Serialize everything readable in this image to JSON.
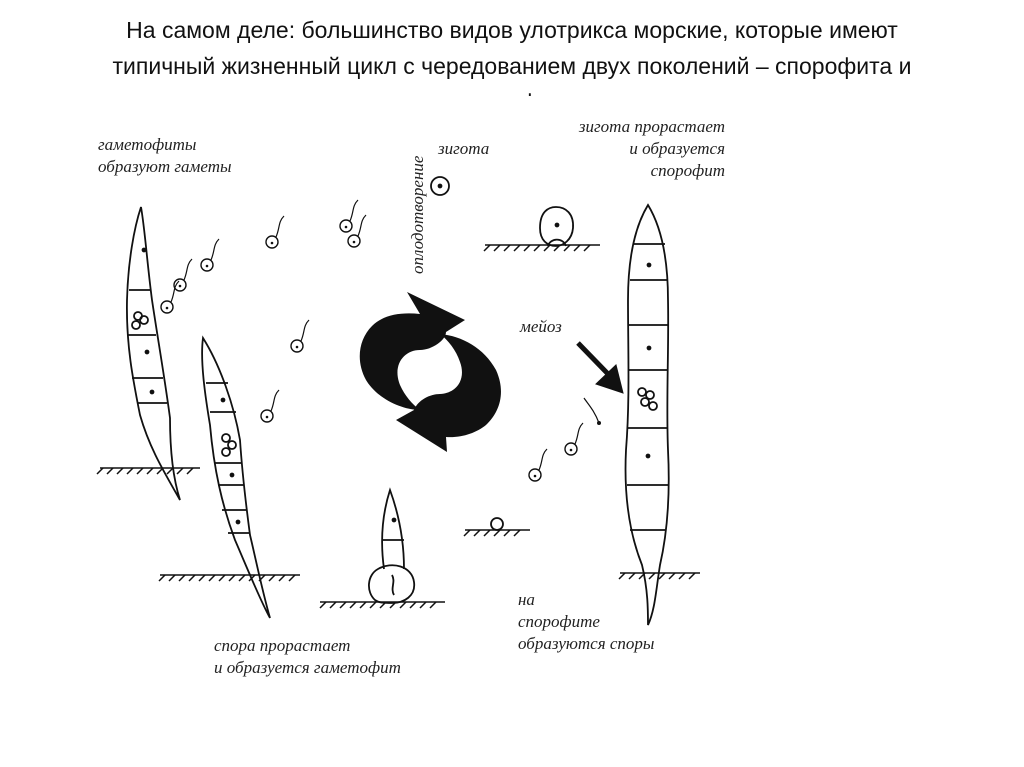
{
  "slide": {
    "title_line1": "На самом деле: большинство видов улотрикса морские, которые имеют",
    "title_line2": "типичный жизненный цикл с чередованием двух поколений – спорофита и",
    "title_line3": "гаметофита"
  },
  "diagram": {
    "gametophytes_label": [
      "гаметофиты",
      "образуют гаметы"
    ],
    "fertilization_label": "оплодотворение",
    "zygote_label": "зигота",
    "zygote_germinates_label": [
      "зигота прорастает",
      "и образуется",
      "спорофит"
    ],
    "meiosis_label": "мейоз",
    "sporophyte_spores_label": [
      "на",
      "спорофите",
      "образуются споры"
    ],
    "spore_germinates_label": [
      "спора прорастает",
      "и образуется гаметофит"
    ]
  }
}
